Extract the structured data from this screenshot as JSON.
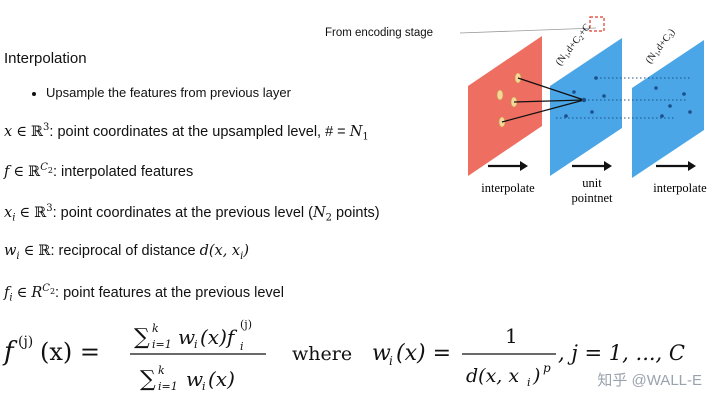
{
  "title": "Interpolation",
  "bullet": "Upsample the features from previous layer",
  "defs": {
    "x": {
      "sym": "x",
      "set": "ℝ",
      "exp": "3",
      "text": ": point coordinates at the upsampled level, # = ",
      "tail": "N",
      "tail_sub": "1"
    },
    "f": {
      "sym": "f",
      "set": "ℝ",
      "exp": "C",
      "exp_sub": "2",
      "text": ": interpolated features"
    },
    "xi": {
      "sym": "x",
      "sub": "i",
      "set": "ℝ",
      "exp": "3",
      "text": ": point coordinates at the previous level (",
      "tail": "N",
      "tail_sub": "2",
      "text2": " points)"
    },
    "wi": {
      "sym": "w",
      "sub": "i",
      "set": "ℝ",
      "text": ": reciprocal of distance ",
      "tail": "d(x, x",
      "tail_sub": "i",
      "tail_end": ")"
    },
    "fi": {
      "sym": "f",
      "sub": "i",
      "set": "R",
      "exp": "C",
      "exp_sub": "2",
      "text": ": point features at the previous level"
    }
  },
  "figure": {
    "annotation": "From encoding stage",
    "plane_label_1": "(N",
    "plane_label_1_sub": "1",
    "plane_label_1_rest": ",d+C",
    "plane_label_1_sub2": "2",
    "plane_label_1_end": "+C",
    "plane_label_2": "(N",
    "plane_label_2_sub": "1",
    "plane_label_2_rest": ",d+C",
    "plane_label_2_sub2": "3",
    "plane_label_2_end": ")",
    "step1": "interpolate",
    "step2a": "unit",
    "step2b": "pointnet",
    "step3": "interpolate",
    "colors": {
      "red_plane": "#ee6e62",
      "blue_plane": "#4aa6e6",
      "point": "#f6d79a",
      "dot": "#1b4f8a"
    }
  },
  "formula": {
    "lhs": "f",
    "lhs_sup": "(j)",
    "lhs_arg": "(x) =",
    "sum": "∑",
    "sum_sub": "i=1",
    "sum_sup": "k",
    "num_body": "w",
    "num_i": "i",
    "num_x": "(x)f",
    "num_fsup": "(j)",
    "den_body": "w",
    "den_x": "(x)",
    "where": "where",
    "rhs_lhs": "w",
    "rhs_x": "(x) =",
    "rhs_num": "1",
    "rhs_den": "d(x, x",
    "rhs_den_end": ")",
    "rhs_p": "p",
    "rhs_tail": ", j = 1, ..., C"
  },
  "watermark": "知乎 @WALL-E"
}
